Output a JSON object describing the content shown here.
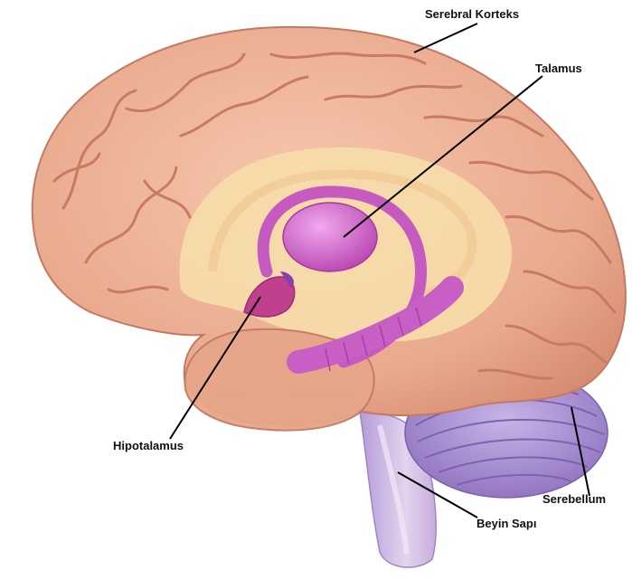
{
  "labels": {
    "cortex": "Serebral Korteks",
    "thalamus": "Talamus",
    "hypothalamus": "Hipotalamus",
    "cerebellum": "Serebellum",
    "brainstem": "Beyin Sapı"
  },
  "colors": {
    "cortex": "#ecae92",
    "cortex_fold": "#c97a62",
    "inner": "#f7dcaa",
    "limbic": "#cc5fc2",
    "thalamus": "#d36ed0",
    "cerebellum": "#a88fd0",
    "brainstem": "#c9b0e2",
    "leader": "#000000"
  }
}
